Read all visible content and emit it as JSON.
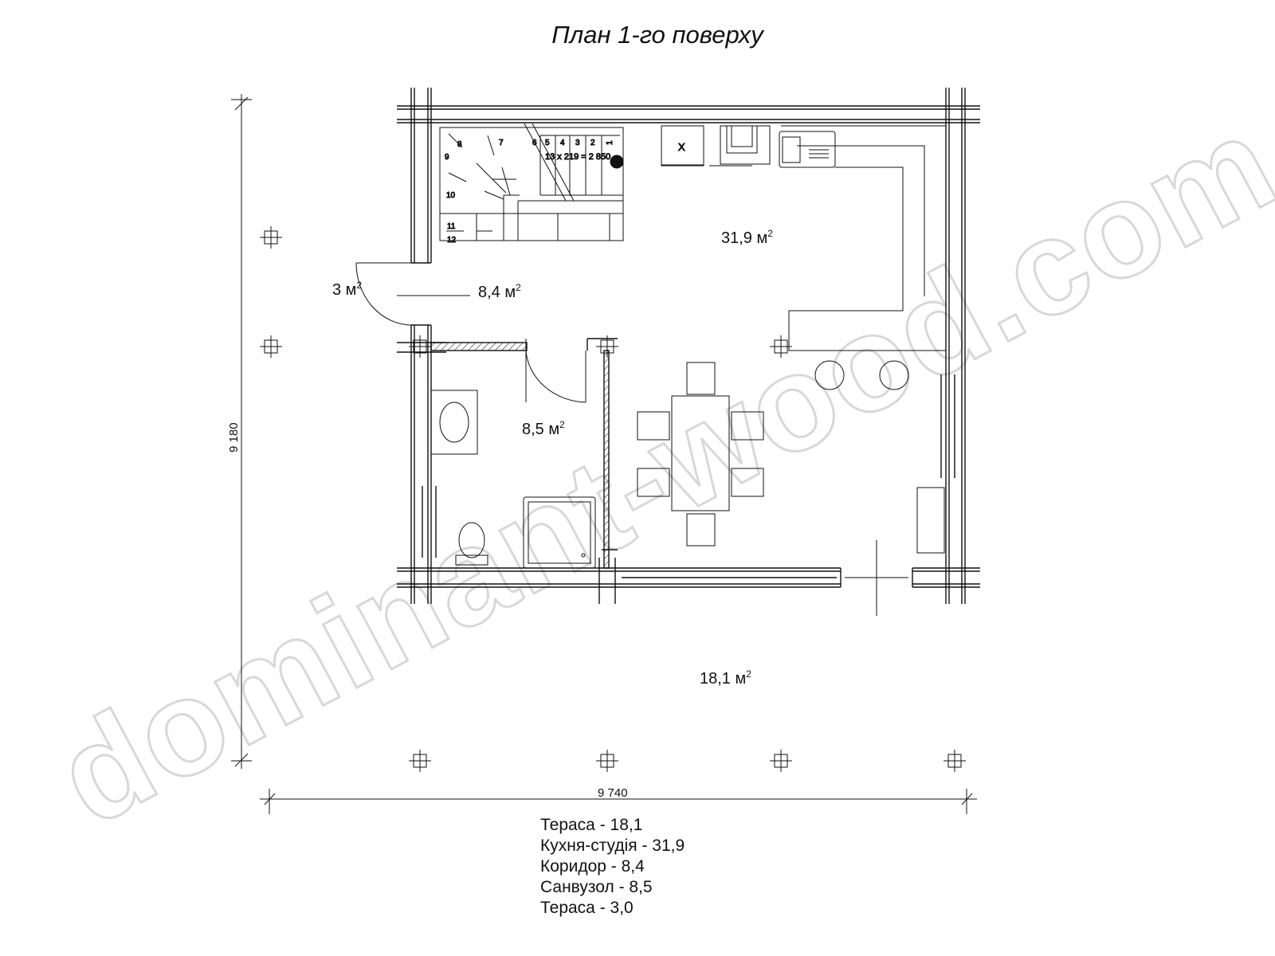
{
  "title": "План 1-го поверху",
  "dimensions": {
    "height": "9 180",
    "width": "9 740"
  },
  "stair": {
    "steps": [
      "1",
      "2",
      "3",
      "4",
      "5",
      "6",
      "7",
      "8",
      "9",
      "10",
      "11",
      "12"
    ],
    "formula": "13 x 219 = 2 850"
  },
  "rooms": {
    "kitchen": "31,9 м",
    "corridor": "8,4 м",
    "terrace_small": "3 м",
    "bathroom": "8,5 м",
    "terrace": "18,1 м",
    "sup": "2"
  },
  "stove_mark": "X",
  "legend": [
    "Тераса - 18,1",
    "Кухня-студія - 31,9",
    "Коридор - 8,4",
    "Санвузол - 8,5",
    "Тераса - 3,0"
  ],
  "watermark": "dominant-wood.com.ua"
}
